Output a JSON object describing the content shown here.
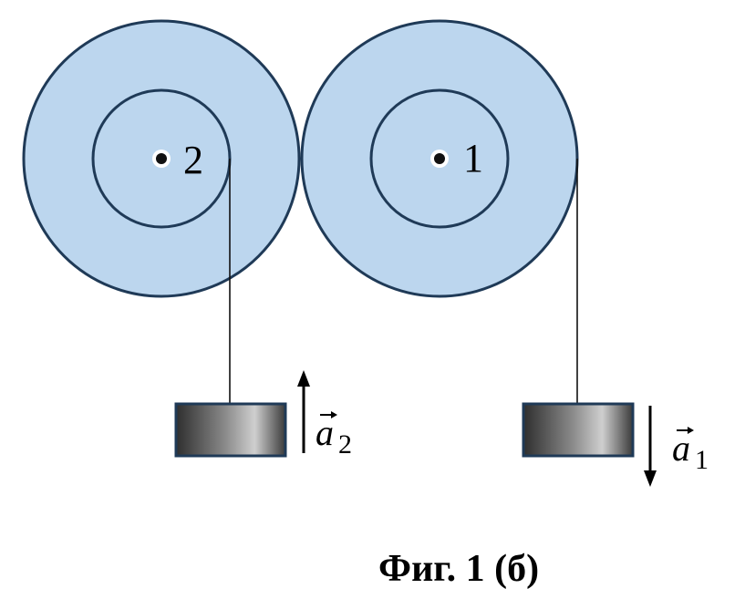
{
  "pulley_2": {
    "label": "2"
  },
  "pulley_1": {
    "label": "1"
  },
  "weight_2": {
    "acceleration_symbol": "a",
    "acceleration_subscript": "2",
    "direction": "up"
  },
  "weight_1": {
    "acceleration_symbol": "a",
    "acceleration_subscript": "1",
    "direction": "down"
  },
  "caption": "Фиг. 1 (б)",
  "colors": {
    "disk_fill": "#bcd6ee",
    "outline": "#1f3a57",
    "weight_dark": "#3a3a3a",
    "weight_light": "#c8c8c8"
  }
}
